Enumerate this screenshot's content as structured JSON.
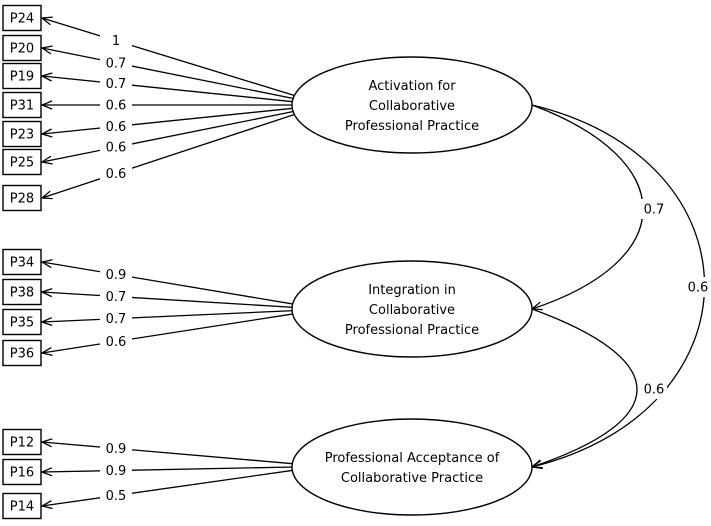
{
  "factors": [
    {
      "id": "activation",
      "lines": [
        "Activation for",
        "Collaborative",
        "Professional Practice"
      ],
      "items": [
        {
          "name": "P24",
          "loading": "1"
        },
        {
          "name": "P20",
          "loading": "0.7"
        },
        {
          "name": "P19",
          "loading": "0.7"
        },
        {
          "name": "P31",
          "loading": "0.6"
        },
        {
          "name": "P23",
          "loading": "0.6"
        },
        {
          "name": "P25",
          "loading": "0.6"
        },
        {
          "name": "P28",
          "loading": "0.6"
        }
      ]
    },
    {
      "id": "integration",
      "lines": [
        "Integration in",
        "Collaborative",
        "Professional Practice"
      ],
      "items": [
        {
          "name": "P34",
          "loading": "0.9"
        },
        {
          "name": "P38",
          "loading": "0.7"
        },
        {
          "name": "P35",
          "loading": "0.7"
        },
        {
          "name": "P36",
          "loading": "0.6"
        }
      ]
    },
    {
      "id": "acceptance",
      "lines": [
        "Professional Acceptance of",
        "Collaborative Practice"
      ],
      "items": [
        {
          "name": "P12",
          "loading": "0.9"
        },
        {
          "name": "P16",
          "loading": "0.9"
        },
        {
          "name": "P14",
          "loading": "0.5"
        }
      ]
    }
  ],
  "correlations": [
    {
      "from": "activation",
      "to": "integration",
      "value": "0.7"
    },
    {
      "from": "integration",
      "to": "acceptance",
      "value": "0.6"
    },
    {
      "from": "activation",
      "to": "acceptance",
      "value": "0.6"
    }
  ]
}
